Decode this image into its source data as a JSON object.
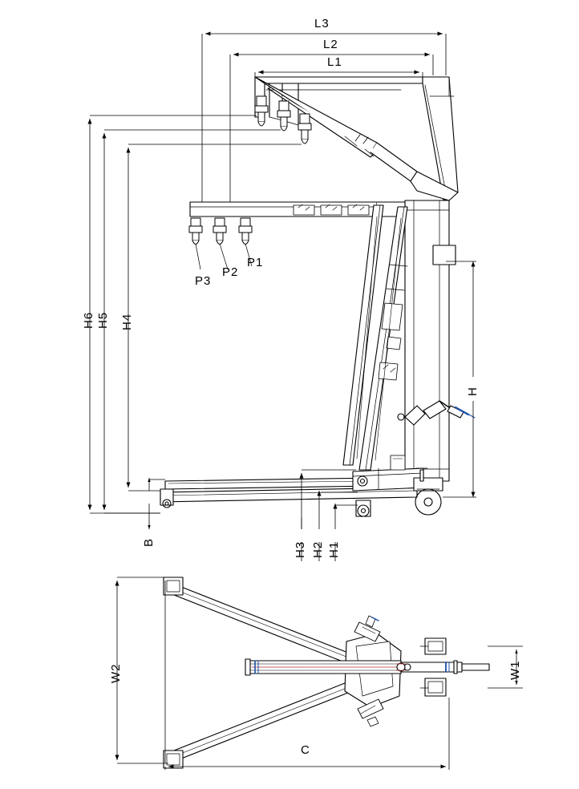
{
  "drawing": {
    "title": "engine crane dimensional drawing",
    "views": [
      {
        "name": "side-elevation",
        "description": "side view of folding engine crane with boom, legs, casters and hydraulic ram"
      },
      {
        "name": "top-plan",
        "description": "plan view of engine crane showing leg spread and width dimensions"
      }
    ],
    "line_color": "#000000",
    "accent_color": "#1b4fa8",
    "background": "#ffffff"
  },
  "dimensions": {
    "horizontal_top": [
      {
        "name": "L3",
        "label": "L3"
      },
      {
        "name": "L2",
        "label": "L2"
      },
      {
        "name": "L1",
        "label": "L1"
      }
    ],
    "hook_positions": [
      {
        "name": "P3",
        "label": "P3"
      },
      {
        "name": "P2",
        "label": "P2"
      },
      {
        "name": "P1",
        "label": "P1"
      }
    ],
    "vertical_left": [
      {
        "name": "H6",
        "label": "H6"
      },
      {
        "name": "H5",
        "label": "H5"
      },
      {
        "name": "H4",
        "label": "H4"
      }
    ],
    "vertical_right": [
      {
        "name": "H",
        "label": "H"
      }
    ],
    "bottom_small": [
      {
        "name": "B",
        "label": "B"
      },
      {
        "name": "H3",
        "label": "H3"
      },
      {
        "name": "H2",
        "label": "H2"
      },
      {
        "name": "H1",
        "label": "H1"
      }
    ],
    "plan_view": [
      {
        "name": "W2",
        "label": "W2"
      },
      {
        "name": "W1",
        "label": "W1"
      },
      {
        "name": "C",
        "label": "C"
      }
    ]
  }
}
